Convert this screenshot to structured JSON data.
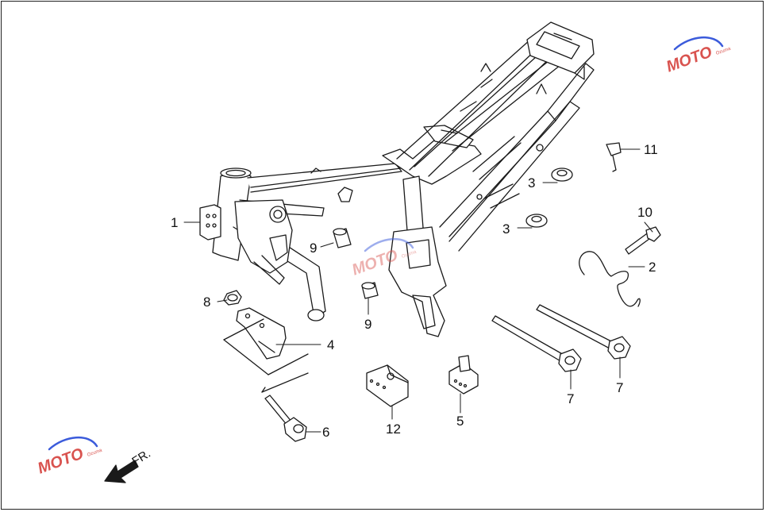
{
  "callouts": {
    "c1": "1",
    "c2": "2",
    "c3a": "3",
    "c3b": "3",
    "c4": "4",
    "c5": "5",
    "c6": "6",
    "c7a": "7",
    "c7b": "7",
    "c8": "8",
    "c9a": "9",
    "c9b": "9",
    "c10": "10",
    "c11": "11",
    "c12": "12"
  },
  "direction_label": "FR.",
  "watermark": {
    "brand": "MOTO",
    "sub": "Ozuma"
  },
  "colors": {
    "line": "#1a1a1a",
    "watermark_red": "#d9534f",
    "watermark_blue": "#3b5bdb"
  },
  "icons": {
    "direction": "front-direction-arrow-icon"
  }
}
